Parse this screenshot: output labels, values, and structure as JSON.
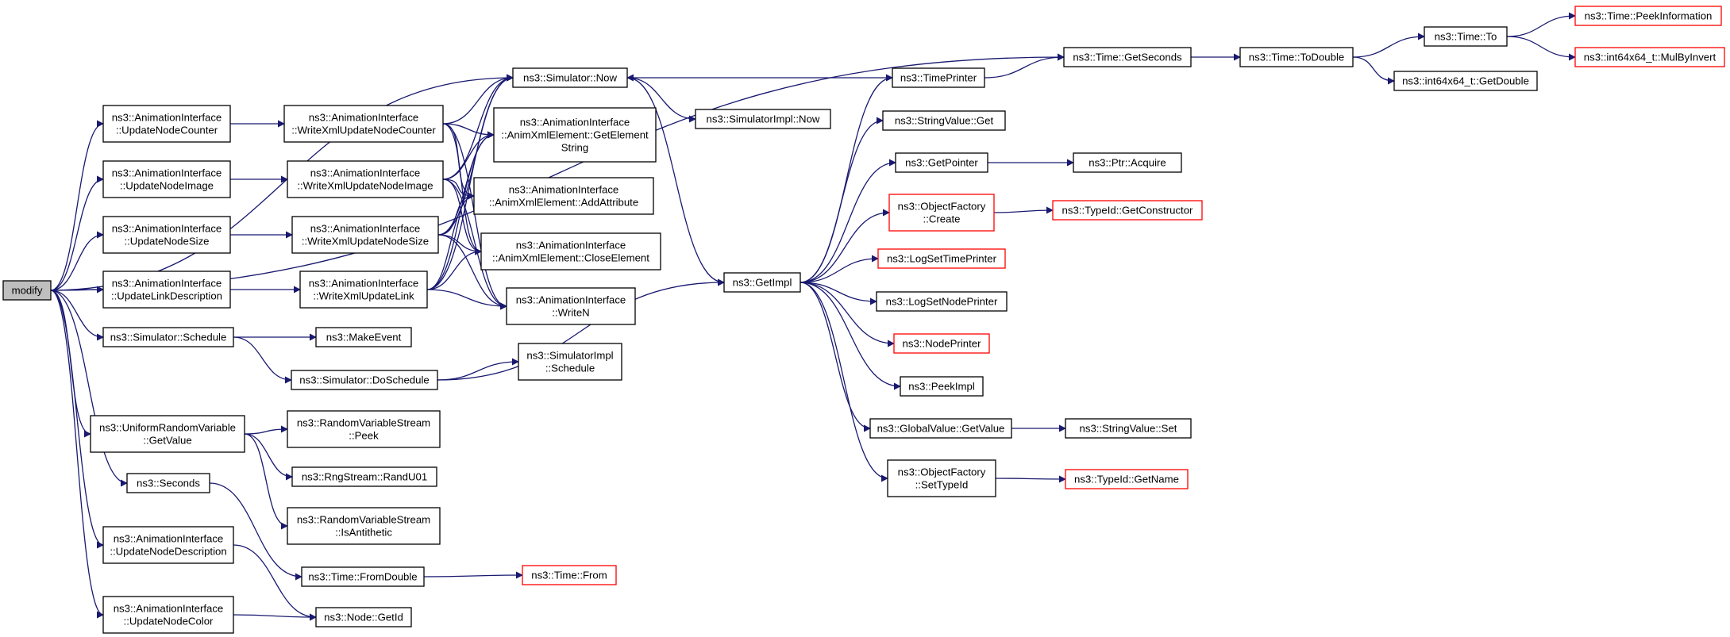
{
  "colors": {
    "edge": "#191970",
    "node_border": "#000000",
    "truncated_border": "#ff0000",
    "root_fill": "#bfbfbf",
    "node_fill": "#ffffff"
  },
  "nodes": [
    {
      "id": "modify",
      "lines": [
        "modify"
      ],
      "style": "root"
    },
    {
      "id": "upd_counter",
      "lines": [
        "ns3::AnimationInterface",
        "::UpdateNodeCounter"
      ],
      "style": "normal"
    },
    {
      "id": "upd_image",
      "lines": [
        "ns3::AnimationInterface",
        "::UpdateNodeImage"
      ],
      "style": "normal"
    },
    {
      "id": "upd_size",
      "lines": [
        "ns3::AnimationInterface",
        "::UpdateNodeSize"
      ],
      "style": "normal"
    },
    {
      "id": "upd_link",
      "lines": [
        "ns3::AnimationInterface",
        "::UpdateLinkDescription"
      ],
      "style": "normal"
    },
    {
      "id": "sim_schedule",
      "lines": [
        "ns3::Simulator::Schedule"
      ],
      "style": "normal"
    },
    {
      "id": "urv_getvalue",
      "lines": [
        "ns3::UniformRandomVariable",
        "::GetValue"
      ],
      "style": "normal"
    },
    {
      "id": "seconds",
      "lines": [
        "ns3::Seconds"
      ],
      "style": "normal"
    },
    {
      "id": "upd_desc",
      "lines": [
        "ns3::AnimationInterface",
        "::UpdateNodeDescription"
      ],
      "style": "normal"
    },
    {
      "id": "upd_color",
      "lines": [
        "ns3::AnimationInterface",
        "::UpdateNodeColor"
      ],
      "style": "normal"
    },
    {
      "id": "wx_counter",
      "lines": [
        "ns3::AnimationInterface",
        "::WriteXmlUpdateNodeCounter"
      ],
      "style": "normal"
    },
    {
      "id": "wx_image",
      "lines": [
        "ns3::AnimationInterface",
        "::WriteXmlUpdateNodeImage"
      ],
      "style": "normal"
    },
    {
      "id": "wx_size",
      "lines": [
        "ns3::AnimationInterface",
        "::WriteXmlUpdateNodeSize"
      ],
      "style": "normal"
    },
    {
      "id": "wx_link",
      "lines": [
        "ns3::AnimationInterface",
        "::WriteXmlUpdateLink"
      ],
      "style": "normal"
    },
    {
      "id": "make_event",
      "lines": [
        "ns3::MakeEvent"
      ],
      "style": "normal"
    },
    {
      "id": "do_schedule",
      "lines": [
        "ns3::Simulator::DoSchedule"
      ],
      "style": "normal"
    },
    {
      "id": "rvs_peek",
      "lines": [
        "ns3::RandomVariableStream",
        "::Peek"
      ],
      "style": "normal"
    },
    {
      "id": "rng_randu01",
      "lines": [
        "ns3::RngStream::RandU01"
      ],
      "style": "normal"
    },
    {
      "id": "rvs_antithetic",
      "lines": [
        "ns3::RandomVariableStream",
        "::IsAntithetic"
      ],
      "style": "normal"
    },
    {
      "id": "time_fromdouble",
      "lines": [
        "ns3::Time::FromDouble"
      ],
      "style": "normal"
    },
    {
      "id": "node_getid",
      "lines": [
        "ns3::Node::GetId"
      ],
      "style": "normal"
    },
    {
      "id": "sim_now",
      "lines": [
        "ns3::Simulator::Now"
      ],
      "style": "normal"
    },
    {
      "id": "ax_getelement",
      "lines": [
        "ns3::AnimationInterface",
        "::AnimXmlElement::GetElement",
        "String"
      ],
      "style": "normal"
    },
    {
      "id": "ax_addattr",
      "lines": [
        "ns3::AnimationInterface",
        "::AnimXmlElement::AddAttribute"
      ],
      "style": "normal"
    },
    {
      "id": "ax_close",
      "lines": [
        "ns3::AnimationInterface",
        "::AnimXmlElement::CloseElement"
      ],
      "style": "normal"
    },
    {
      "id": "ai_writen",
      "lines": [
        "ns3::AnimationInterface",
        "::WriteN"
      ],
      "style": "normal"
    },
    {
      "id": "simimpl_schedule",
      "lines": [
        "ns3::SimulatorImpl",
        "::Schedule"
      ],
      "style": "normal"
    },
    {
      "id": "time_from",
      "lines": [
        "ns3::Time::From"
      ],
      "style": "truncated"
    },
    {
      "id": "simimpl_now",
      "lines": [
        "ns3::SimulatorImpl::Now"
      ],
      "style": "normal"
    },
    {
      "id": "getimpl",
      "lines": [
        "ns3::GetImpl"
      ],
      "style": "normal"
    },
    {
      "id": "timeprinter",
      "lines": [
        "ns3::TimePrinter"
      ],
      "style": "normal"
    },
    {
      "id": "strval_get",
      "lines": [
        "ns3::StringValue::Get"
      ],
      "style": "normal"
    },
    {
      "id": "getpointer",
      "lines": [
        "ns3::GetPointer"
      ],
      "style": "normal"
    },
    {
      "id": "objfactory_create",
      "lines": [
        "ns3::ObjectFactory",
        "::Create"
      ],
      "style": "truncated"
    },
    {
      "id": "logsettimeprinter",
      "lines": [
        "ns3::LogSetTimePrinter"
      ],
      "style": "truncated"
    },
    {
      "id": "logsetnodeprinter",
      "lines": [
        "ns3::LogSetNodePrinter"
      ],
      "style": "normal"
    },
    {
      "id": "nodeprinter",
      "lines": [
        "ns3::NodePrinter"
      ],
      "style": "truncated"
    },
    {
      "id": "peekimpl",
      "lines": [
        "ns3::PeekImpl"
      ],
      "style": "normal"
    },
    {
      "id": "gv_getvalue",
      "lines": [
        "ns3::GlobalValue::GetValue"
      ],
      "style": "normal"
    },
    {
      "id": "objfactory_settypeid",
      "lines": [
        "ns3::ObjectFactory",
        "::SetTypeId"
      ],
      "style": "normal"
    },
    {
      "id": "time_getseconds",
      "lines": [
        "ns3::Time::GetSeconds"
      ],
      "style": "normal"
    },
    {
      "id": "ptr_acquire",
      "lines": [
        "ns3::Ptr::Acquire"
      ],
      "style": "normal"
    },
    {
      "id": "typeid_getctor",
      "lines": [
        "ns3::TypeId::GetConstructor"
      ],
      "style": "truncated"
    },
    {
      "id": "strval_set",
      "lines": [
        "ns3::StringValue::Set"
      ],
      "style": "normal"
    },
    {
      "id": "typeid_getname",
      "lines": [
        "ns3::TypeId::GetName"
      ],
      "style": "truncated"
    },
    {
      "id": "time_todouble",
      "lines": [
        "ns3::Time::ToDouble"
      ],
      "style": "normal"
    },
    {
      "id": "time_to",
      "lines": [
        "ns3::Time::To"
      ],
      "style": "normal"
    },
    {
      "id": "i64_getdouble",
      "lines": [
        "ns3::int64x64_t::GetDouble"
      ],
      "style": "normal"
    },
    {
      "id": "time_peekinfo",
      "lines": [
        "ns3::Time::PeekInformation"
      ],
      "style": "truncated"
    },
    {
      "id": "i64_mulbyinvert",
      "lines": [
        "ns3::int64x64_t::MulByInvert"
      ],
      "style": "truncated"
    }
  ],
  "edges": [
    [
      "modify",
      "upd_counter"
    ],
    [
      "modify",
      "upd_image"
    ],
    [
      "modify",
      "upd_size"
    ],
    [
      "modify",
      "upd_link"
    ],
    [
      "modify",
      "sim_schedule"
    ],
    [
      "modify",
      "urv_getvalue"
    ],
    [
      "modify",
      "seconds"
    ],
    [
      "modify",
      "upd_desc"
    ],
    [
      "modify",
      "upd_color"
    ],
    [
      "modify",
      "sim_now"
    ],
    [
      "modify",
      "time_getseconds"
    ],
    [
      "upd_counter",
      "wx_counter"
    ],
    [
      "upd_image",
      "wx_image"
    ],
    [
      "upd_size",
      "wx_size"
    ],
    [
      "upd_link",
      "wx_link"
    ],
    [
      "wx_counter",
      "sim_now"
    ],
    [
      "wx_counter",
      "ax_getelement"
    ],
    [
      "wx_counter",
      "ax_addattr"
    ],
    [
      "wx_counter",
      "ax_close"
    ],
    [
      "wx_counter",
      "ai_writen"
    ],
    [
      "wx_image",
      "sim_now"
    ],
    [
      "wx_image",
      "ax_getelement"
    ],
    [
      "wx_image",
      "ax_addattr"
    ],
    [
      "wx_image",
      "ax_close"
    ],
    [
      "wx_image",
      "ai_writen"
    ],
    [
      "wx_size",
      "sim_now"
    ],
    [
      "wx_size",
      "ax_getelement"
    ],
    [
      "wx_size",
      "ax_addattr"
    ],
    [
      "wx_size",
      "ax_close"
    ],
    [
      "wx_size",
      "ai_writen"
    ],
    [
      "wx_link",
      "sim_now"
    ],
    [
      "wx_link",
      "ax_getelement"
    ],
    [
      "wx_link",
      "ax_addattr"
    ],
    [
      "wx_link",
      "ax_close"
    ],
    [
      "wx_link",
      "ai_writen"
    ],
    [
      "sim_schedule",
      "make_event"
    ],
    [
      "sim_schedule",
      "do_schedule"
    ],
    [
      "do_schedule",
      "simimpl_schedule"
    ],
    [
      "do_schedule",
      "getimpl"
    ],
    [
      "urv_getvalue",
      "rvs_peek"
    ],
    [
      "urv_getvalue",
      "rng_randu01"
    ],
    [
      "urv_getvalue",
      "rvs_antithetic"
    ],
    [
      "seconds",
      "time_fromdouble"
    ],
    [
      "time_fromdouble",
      "time_from"
    ],
    [
      "upd_desc",
      "node_getid"
    ],
    [
      "upd_color",
      "node_getid"
    ],
    [
      "sim_now",
      "simimpl_now"
    ],
    [
      "sim_now",
      "getimpl"
    ],
    [
      "timeprinter",
      "sim_now"
    ],
    [
      "timeprinter",
      "time_getseconds"
    ],
    [
      "getimpl",
      "timeprinter"
    ],
    [
      "getimpl",
      "strval_get"
    ],
    [
      "getimpl",
      "getpointer"
    ],
    [
      "getimpl",
      "objfactory_create"
    ],
    [
      "getimpl",
      "logsettimeprinter"
    ],
    [
      "getimpl",
      "logsetnodeprinter"
    ],
    [
      "getimpl",
      "nodeprinter"
    ],
    [
      "getimpl",
      "peekimpl"
    ],
    [
      "getimpl",
      "gv_getvalue"
    ],
    [
      "getimpl",
      "objfactory_settypeid"
    ],
    [
      "getpointer",
      "ptr_acquire"
    ],
    [
      "objfactory_create",
      "typeid_getctor"
    ],
    [
      "gv_getvalue",
      "strval_set"
    ],
    [
      "objfactory_settypeid",
      "typeid_getname"
    ],
    [
      "time_getseconds",
      "time_todouble"
    ],
    [
      "time_todouble",
      "time_to"
    ],
    [
      "time_todouble",
      "i64_getdouble"
    ],
    [
      "time_to",
      "time_peekinfo"
    ],
    [
      "time_to",
      "i64_mulbyinvert"
    ]
  ]
}
